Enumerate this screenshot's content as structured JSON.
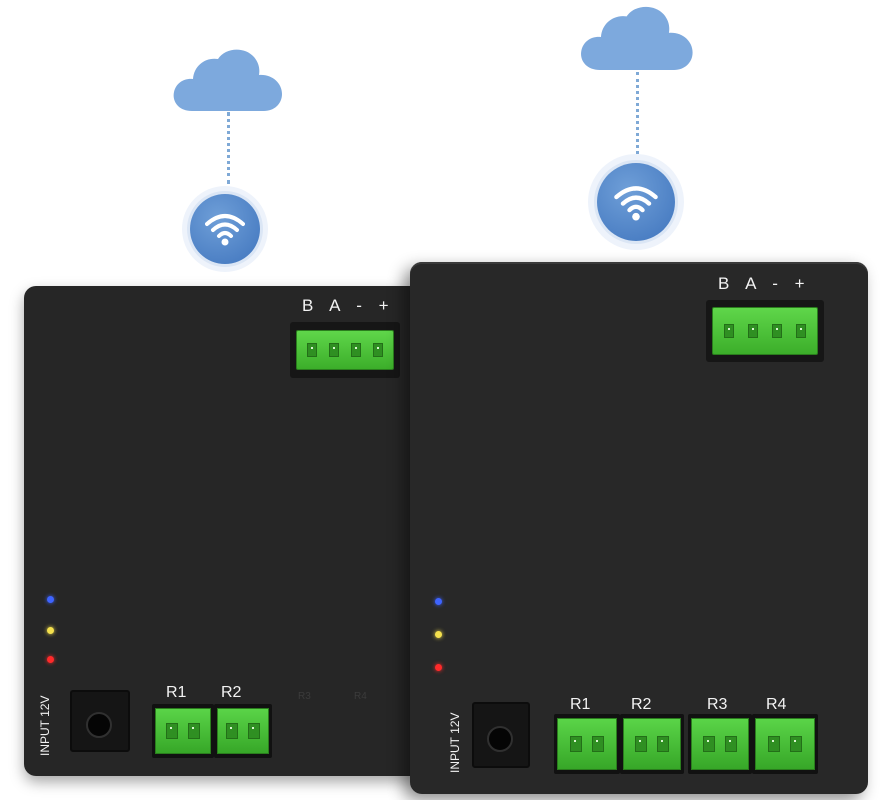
{
  "devices": [
    {
      "bus_label": "B A - +",
      "input_label": "INPUT 12V",
      "relays": [
        "R1",
        "R2"
      ],
      "ghost_relays": [
        "R3",
        "R4"
      ],
      "leds": [
        "blue",
        "yellow",
        "red"
      ]
    },
    {
      "bus_label": "B A - +",
      "input_label": "INPUT 12V",
      "relays": [
        "R1",
        "R2",
        "R3",
        "R4"
      ],
      "leds": [
        "blue",
        "yellow",
        "red"
      ]
    }
  ],
  "icons": {
    "cloud": "cloud-icon",
    "wifi": "wifi-icon"
  },
  "colors": {
    "cloud": "#7da9dd",
    "wifi_badge": "#4a7ec6",
    "device_body": "#262626",
    "terminal_green": "#4cc23a"
  }
}
